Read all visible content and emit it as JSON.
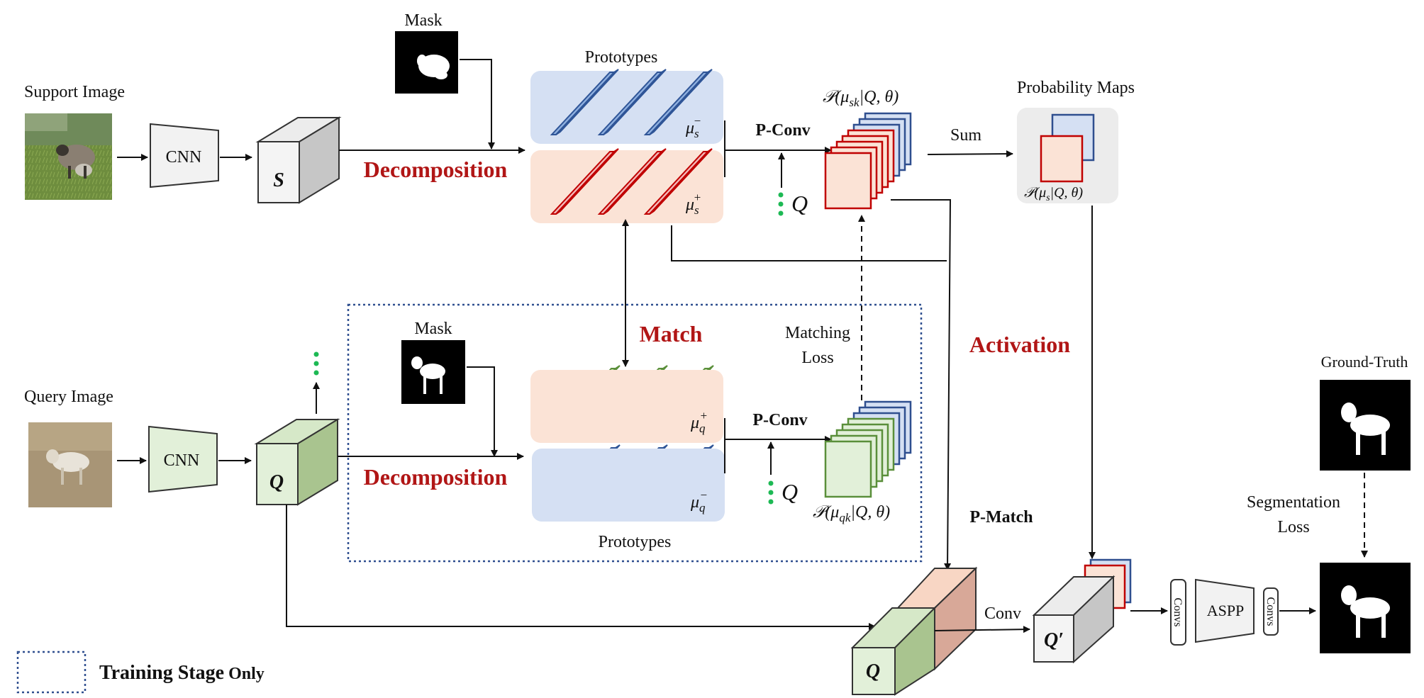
{
  "support": {
    "image_label": "Support Image",
    "cnn": "CNN",
    "feature": "S",
    "mask_label": "Mask",
    "prototypes_label": "Prototypes",
    "mu_neg": "μ",
    "mu_neg_sub": "s",
    "mu_neg_sup": "−",
    "mu_pos": "μ",
    "mu_pos_sub": "s",
    "mu_pos_sup": "+",
    "decomposition": "Decomposition",
    "pconv": "P-Conv",
    "q": "Q",
    "prob_label": "𝒫(μ",
    "prob_label_sub": "sk",
    "prob_label_tail": "|Q, θ)"
  },
  "sum": {
    "label": "Sum",
    "prob_maps_label": "Probability Maps",
    "prob_label": "𝒫(μ",
    "prob_label_sub": "s",
    "prob_label_tail": "|Q, θ)"
  },
  "query": {
    "image_label": "Query Image",
    "cnn": "CNN",
    "feature": "Q",
    "mask_label": "Mask",
    "prototypes_label": "Prototypes",
    "mu_pos": "μ",
    "mu_pos_sub": "q",
    "mu_pos_sup": "+",
    "mu_neg": "μ",
    "mu_neg_sub": "q",
    "mu_neg_sup": "−",
    "decomposition": "Decomposition",
    "pconv": "P-Conv",
    "q": "Q",
    "prob_label": "𝒫(μ",
    "prob_label_sub": "qk",
    "prob_label_tail": "|Q, θ)"
  },
  "match": "Match",
  "matching_loss": [
    "Matching",
    "Loss"
  ],
  "activation": "Activation",
  "p_match": "P-Match",
  "conv": "Conv",
  "q_prime": "Q′",
  "q_bottom": "Q",
  "convs_a": "Convs",
  "aspp": "ASPP",
  "convs_b": "Convs",
  "ground_truth": "Ground-Truth",
  "segmentation_loss": [
    "Segmentation",
    "Loss"
  ],
  "legend": {
    "bold_part": "Training Stage",
    "rest": " Only"
  },
  "colors": {
    "red_text": "#b11616",
    "blue_panel": "#d5e0f3",
    "orange_panel": "#fbe3d6",
    "green_cube": "#e2f0d9",
    "dotted_border": "#2f4f8f",
    "green_dots": "#1db954"
  }
}
